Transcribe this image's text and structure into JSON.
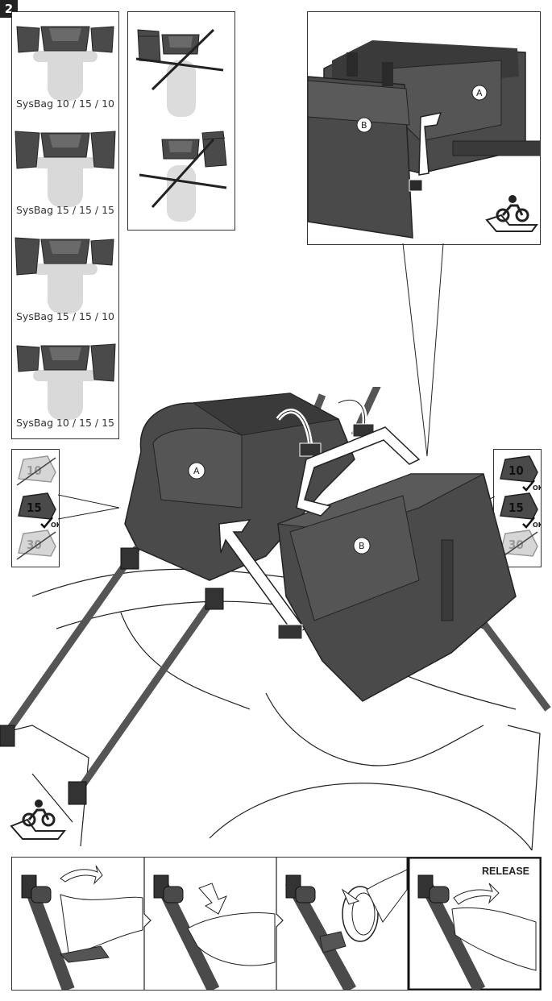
{
  "step_number": "2",
  "configurations": [
    {
      "label": "SysBag 10 / 15 / 10",
      "left": "small",
      "right": "small"
    },
    {
      "label": "SysBag 15 / 15 / 15",
      "left": "large",
      "right": "large"
    },
    {
      "label": "SysBag 15 / 15 / 10",
      "left": "large",
      "right": "small"
    },
    {
      "label": "SysBag 10 / 15 / 15",
      "left": "small",
      "right": "large"
    }
  ],
  "callouts": {
    "a": "A",
    "b": "B"
  },
  "left_size_panel": {
    "sizes": [
      "10",
      "15",
      "30"
    ],
    "ok_label": "OK",
    "status": [
      "not-allowed",
      "ok",
      "not-allowed"
    ]
  },
  "right_size_panel": {
    "sizes": [
      "10",
      "15",
      "30"
    ],
    "ok_label": "OK",
    "status": [
      "ok",
      "ok",
      "not-allowed"
    ]
  },
  "release_label": "RELEASE",
  "icons": [
    "motorcycle-icon",
    "check-icon",
    "arrow-icon",
    "cross-icon"
  ],
  "colors": {
    "bag": "#4a4a4a",
    "bag_dark": "#333333",
    "bike_ghost": "#d9d9d9",
    "line": "#222222"
  }
}
